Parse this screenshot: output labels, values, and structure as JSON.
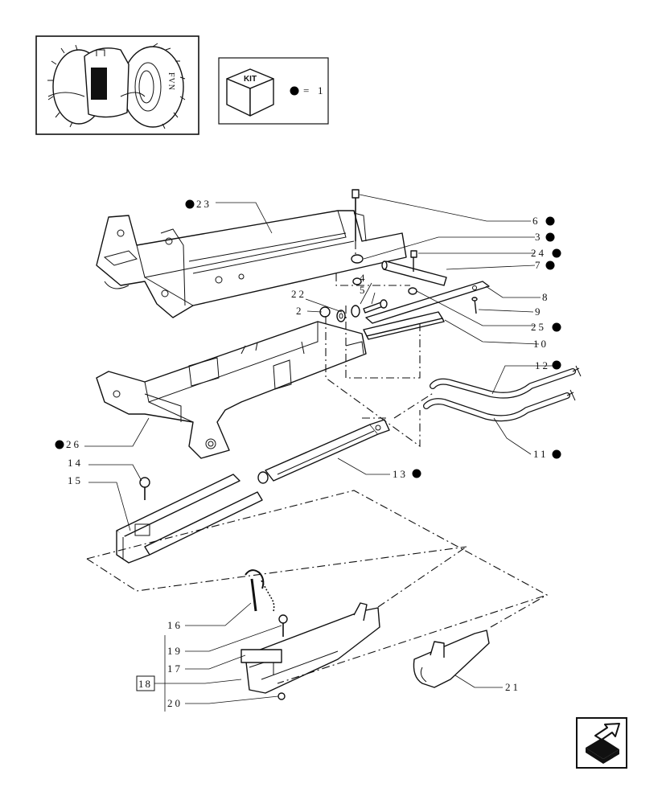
{
  "kit_legend": {
    "kit_label": "KIT",
    "equals": "=",
    "kit_value": "1"
  },
  "callouts": {
    "c23": "23",
    "c6": "6",
    "c3": "3",
    "c24": "24",
    "c7": "7",
    "c8": "8",
    "c22": "22",
    "c4": "4",
    "c5": "5",
    "c2": "2",
    "c9": "9",
    "c25": "25",
    "c10": "10",
    "c12": "12",
    "c26": "26",
    "c11": "11",
    "c13": "13",
    "c14": "14",
    "c15": "15",
    "c16": "16",
    "c19": "19",
    "c17": "17",
    "c18": "18",
    "c20": "20",
    "c21": "21"
  }
}
